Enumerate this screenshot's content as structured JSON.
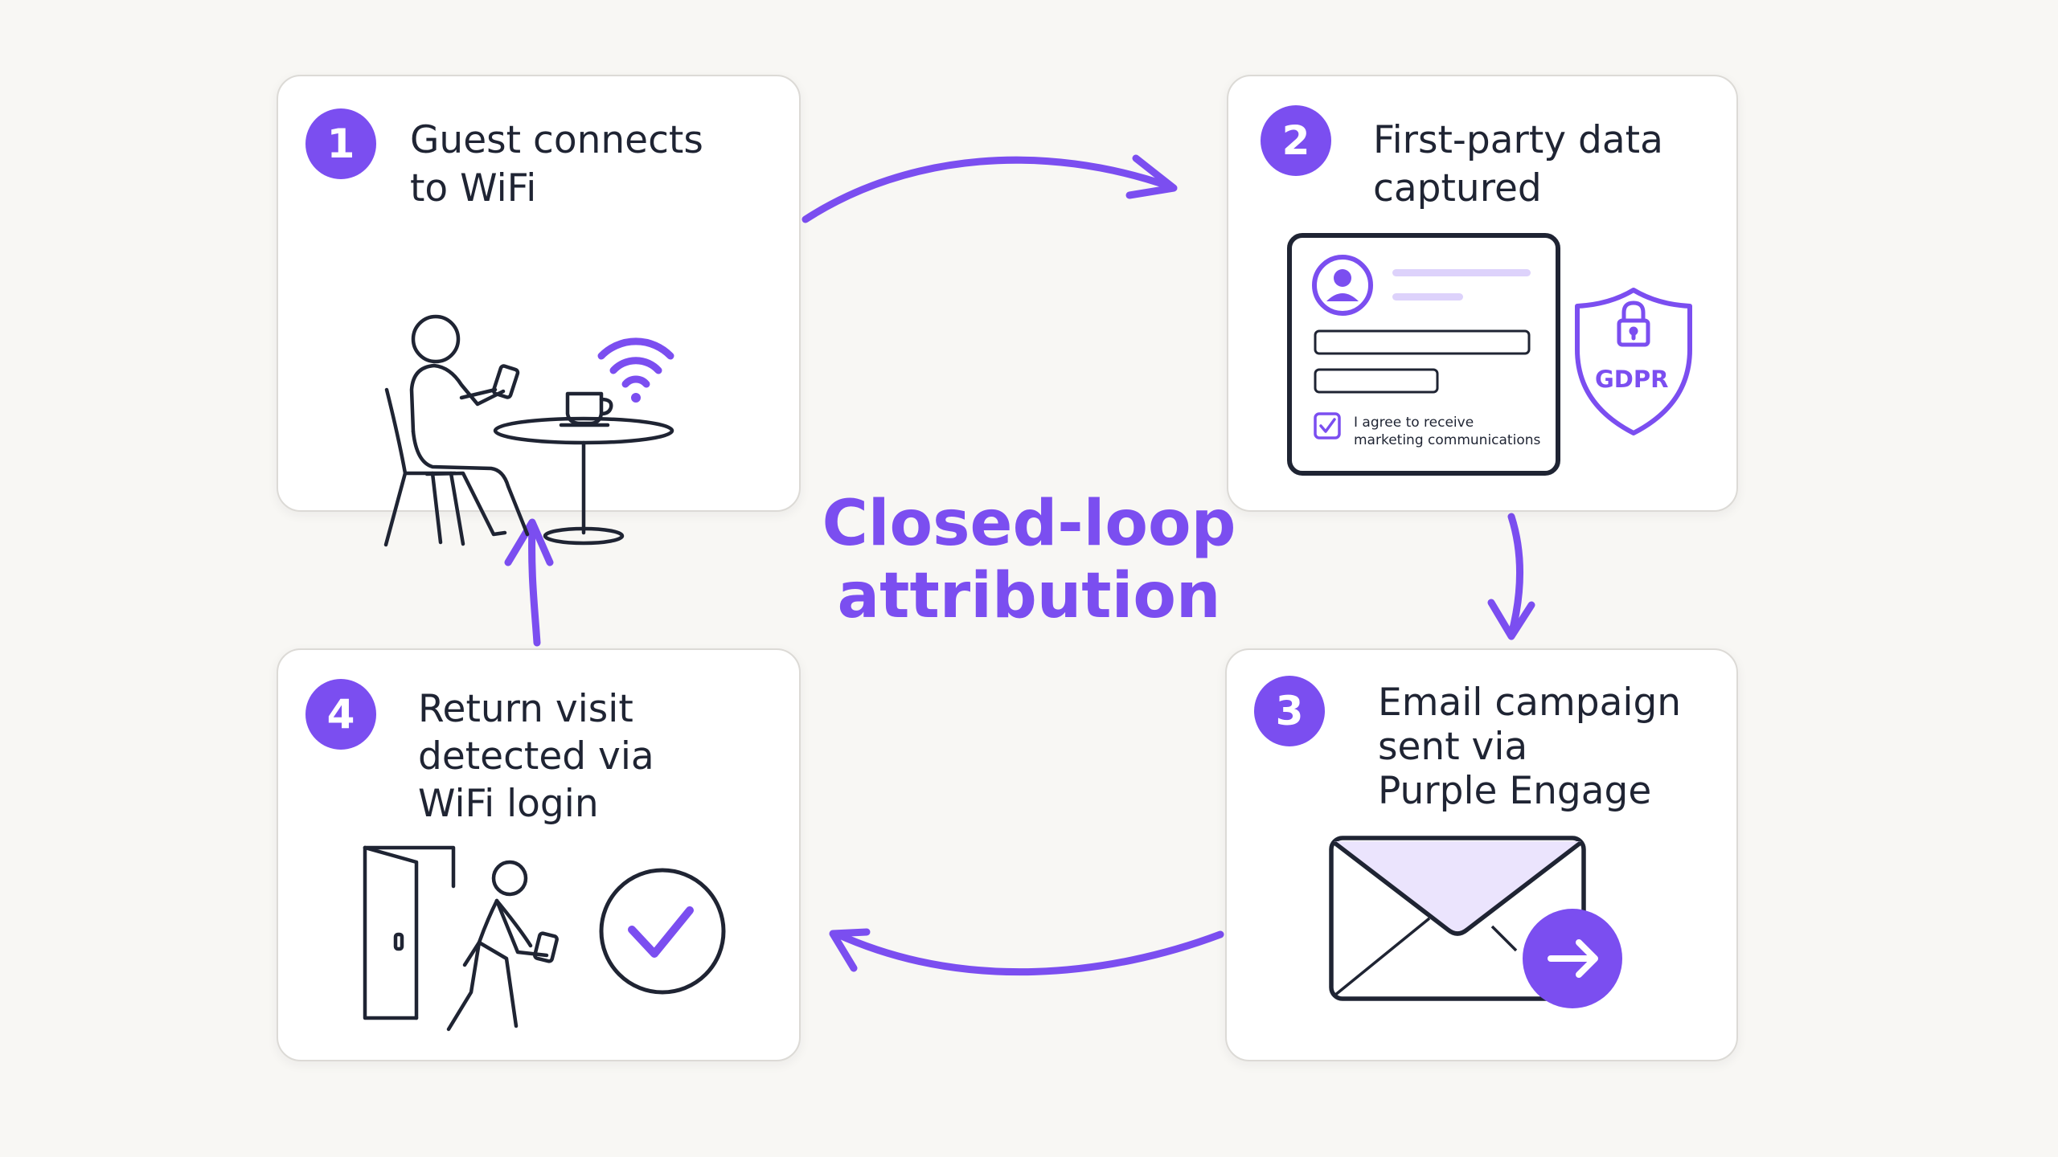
{
  "center": {
    "title": "Closed-loop\nattribution"
  },
  "steps": [
    {
      "number": "1",
      "title": "Guest connects\nto WiFi"
    },
    {
      "number": "2",
      "title": "First-party data\ncaptured"
    },
    {
      "number": "3",
      "title": "Email campaign\nsent via\nPurple Engage"
    },
    {
      "number": "4",
      "title": "Return visit\ndetected via\nWiFi login"
    }
  ],
  "form": {
    "consent_label": "I agree to receive\nmarketing communications",
    "consent_checked": true,
    "badge_label": "GDPR"
  },
  "colors": {
    "accent": "#7b4ef0",
    "accent_light": "#ebe4fd",
    "ink": "#1f2433",
    "card_border": "#dcdad6",
    "background": "#f8f7f4"
  },
  "icons": [
    "wifi-icon",
    "person-icon",
    "coffee-cup-icon",
    "user-avatar-icon",
    "checkbox-icon",
    "shield-icon",
    "lock-icon",
    "envelope-icon",
    "arrow-right-icon",
    "door-icon",
    "walking-person-icon",
    "checkmark-circle-icon"
  ]
}
